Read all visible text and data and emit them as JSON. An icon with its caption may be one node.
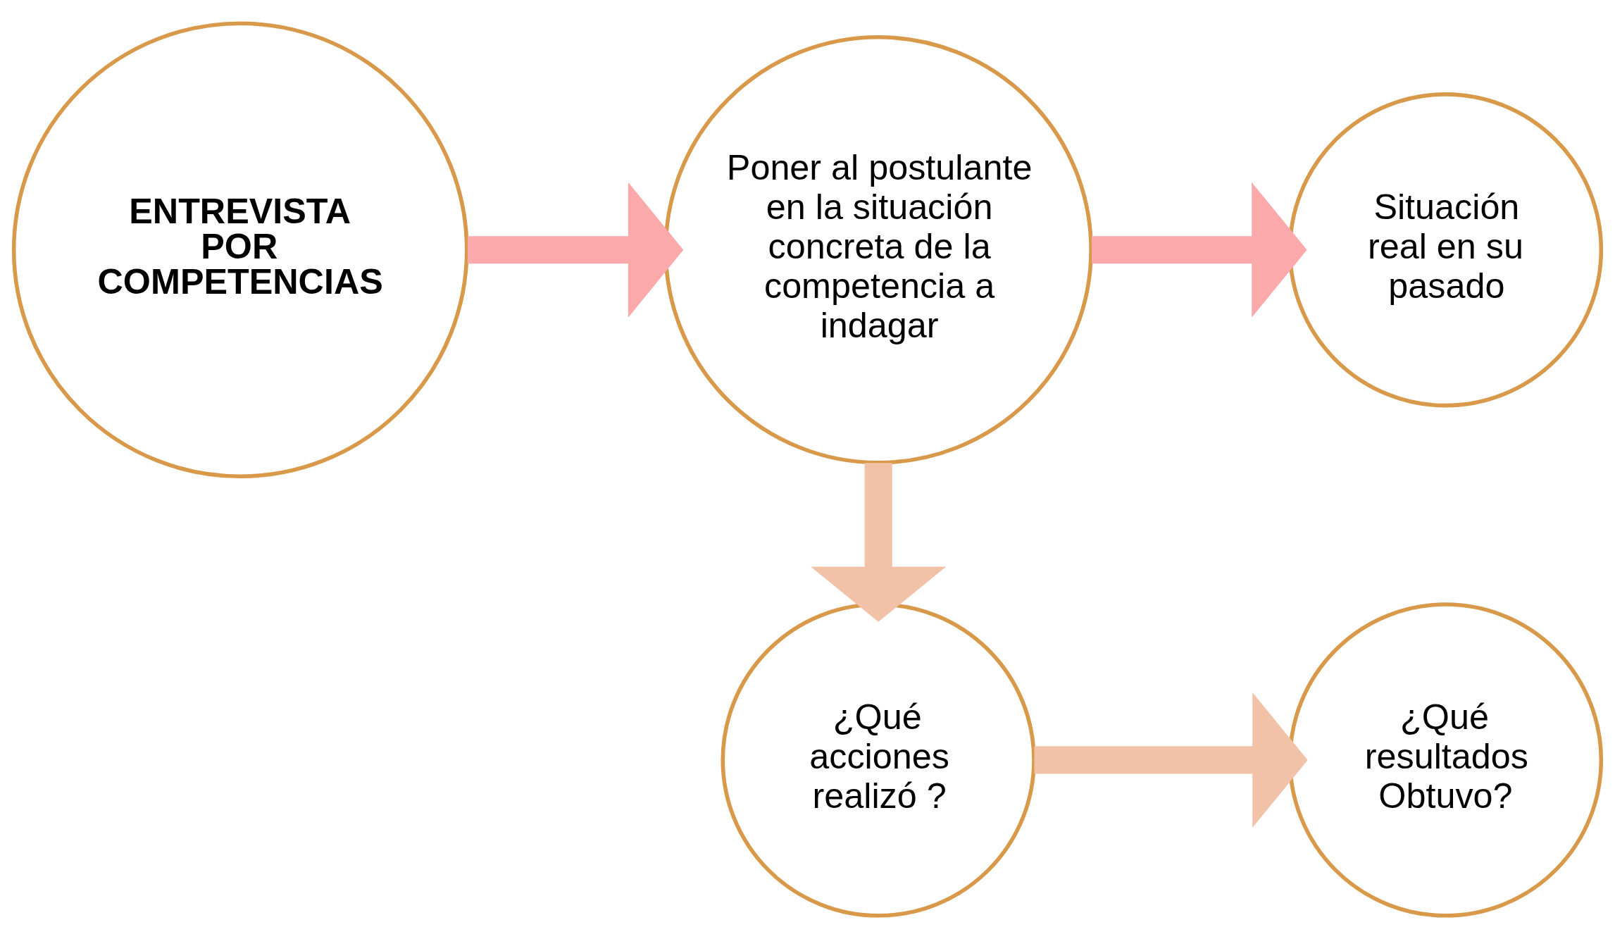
{
  "diagram": {
    "nodes": [
      {
        "text": [
          "ENTREVISTA POR COMPETENCIAS"
        ]
      },
      {
        "text": [
          "Poner al postulante en la situación concreta de la competencia a indagar"
        ]
      },
      {
        "text": [
          "Situación real en su pasado"
        ]
      },
      {
        "text": [
          "¿Qué acciones realizó ?"
        ]
      },
      {
        "text": [
          "¿Qué resultados Obtuvo?"
        ]
      }
    ],
    "edges": [
      {
        "from": 0,
        "to": 1,
        "arrow": "to",
        "color": "#fba9ab"
      },
      {
        "from": 1,
        "to": 2,
        "arrow": "to",
        "color": "#fba9ab"
      },
      {
        "from": 1,
        "to": 3,
        "arrow": "to",
        "color": "#f2c2a8"
      },
      {
        "from": 3,
        "to": 4,
        "arrow": "to",
        "color": "#f2c2a8"
      }
    ]
  }
}
